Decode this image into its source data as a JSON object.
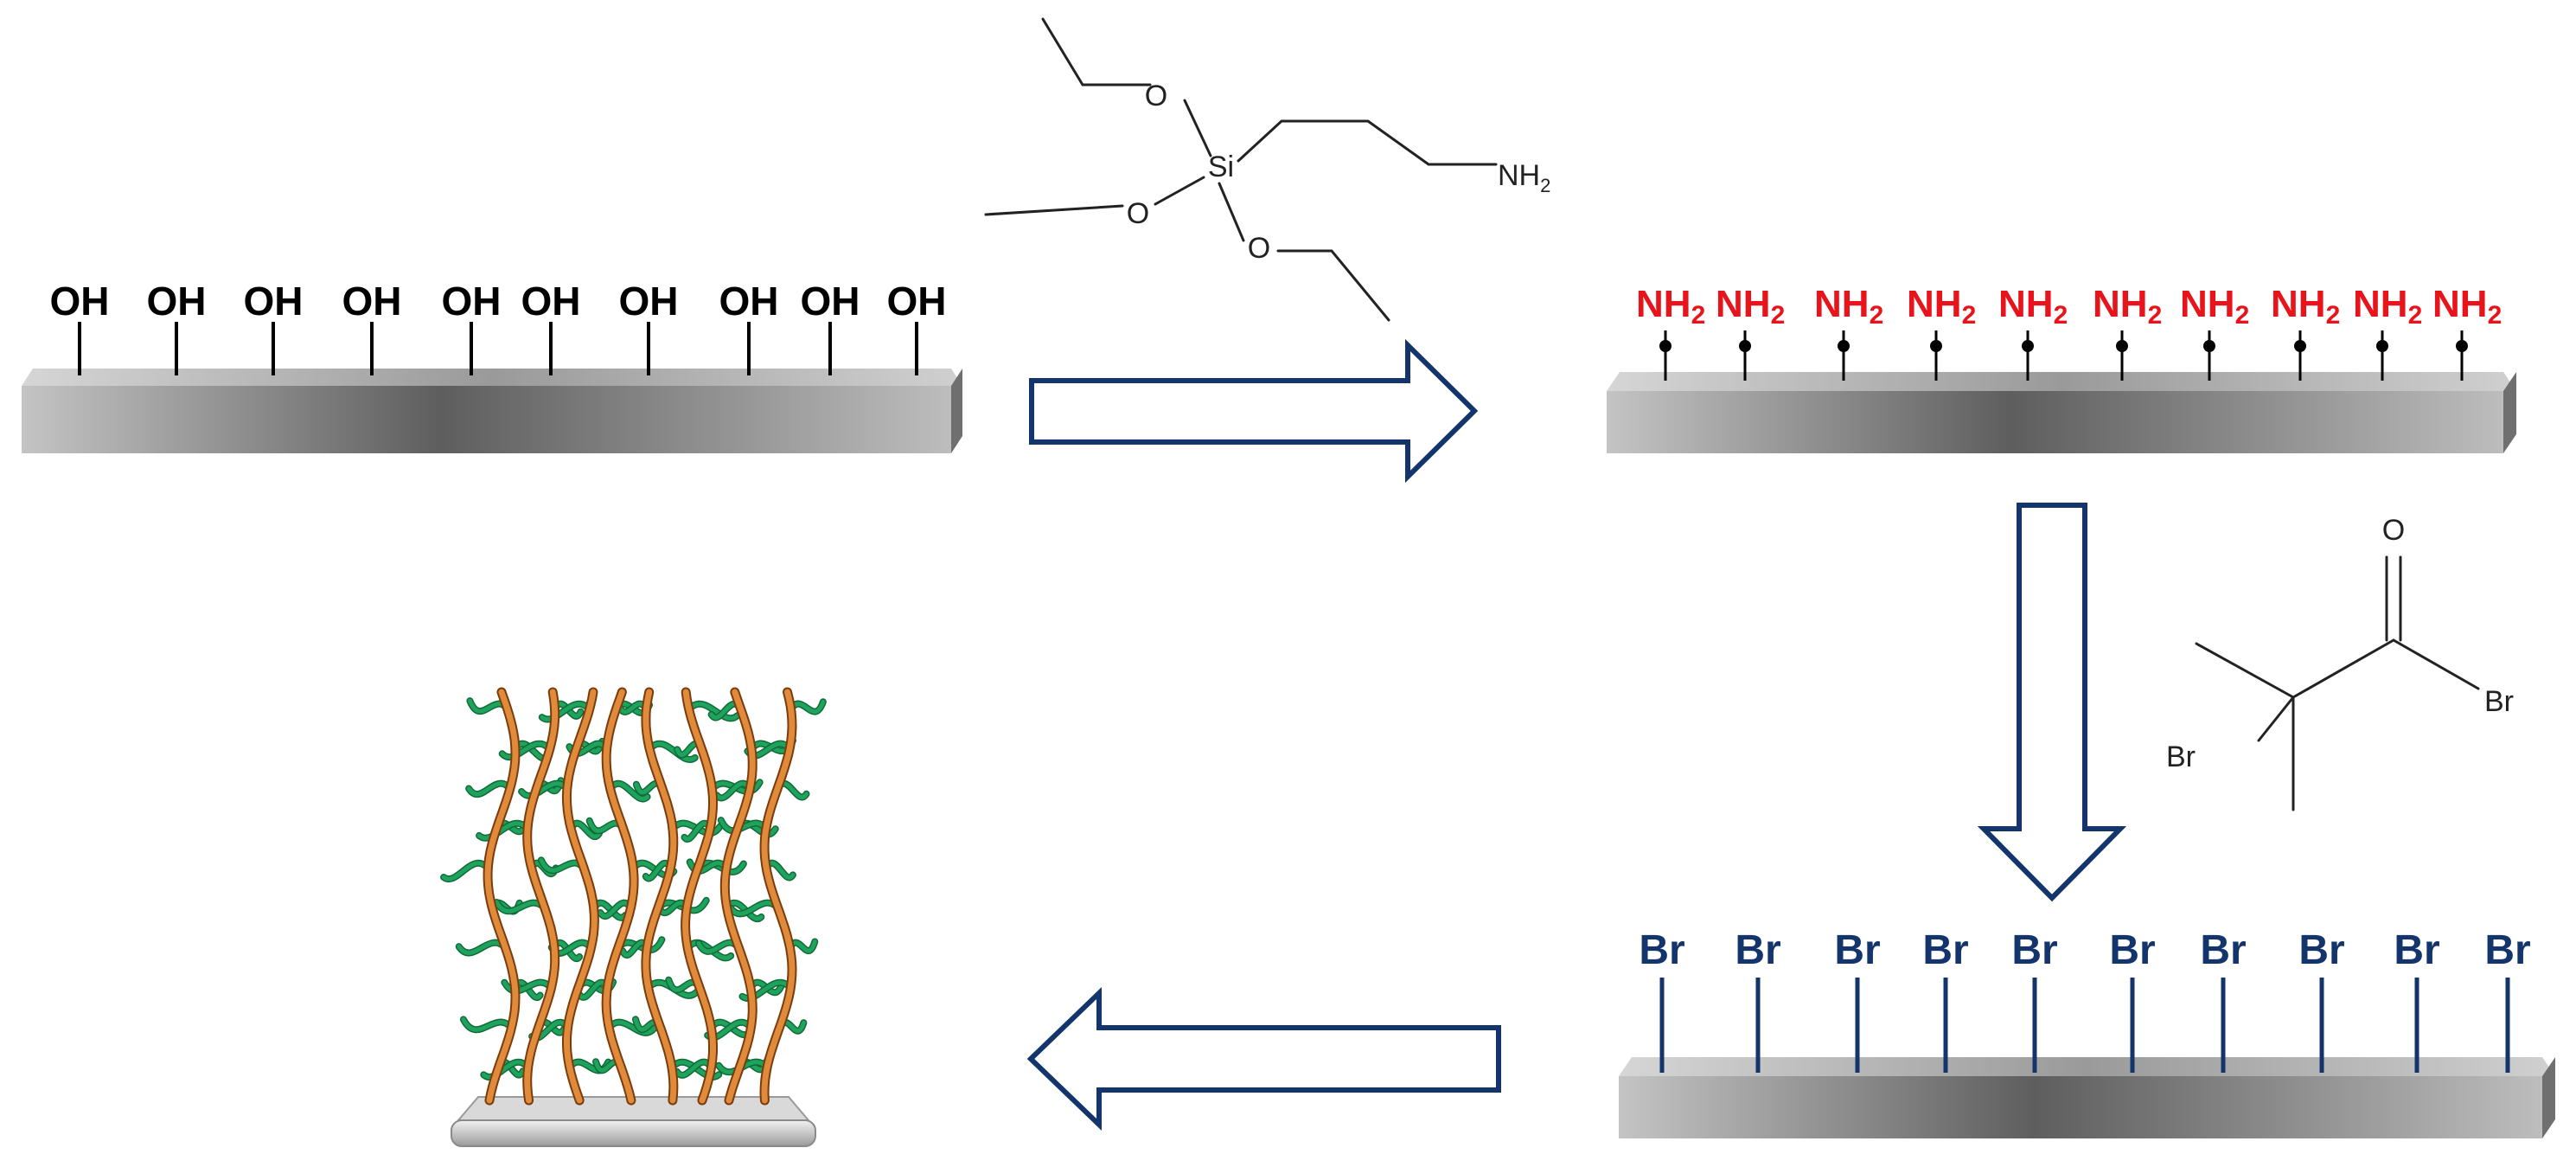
{
  "colors": {
    "arrow_stroke": "#14356b",
    "oh_text": "#000000",
    "nh2_text": "#e8141c",
    "br_text": "#14356b",
    "br_stem": "#14356b",
    "slab_light": "#c8c8c8",
    "slab_dark": "#5e5e5e",
    "brush_backbone": "#e08a3c",
    "brush_sidechain": "#1fa35c"
  },
  "substrate_hydroxyl": {
    "group_label": "OH",
    "count": 10
  },
  "substrate_amine": {
    "group_label": "NH",
    "group_subscript": "2",
    "count": 10
  },
  "substrate_bromide": {
    "group_label": "Br",
    "count": 10
  },
  "reagent_aptes": {
    "atoms": {
      "o1": "O",
      "o2": "O",
      "o3": "O",
      "si": "Si",
      "nh2": "NH",
      "nh2_sub": "2"
    }
  },
  "reagent_bibb": {
    "atoms": {
      "o": "O",
      "br_acyl": "Br",
      "br_alkyl": "Br"
    }
  },
  "arrows": [
    {
      "name": "arrow-step1",
      "direction": "right"
    },
    {
      "name": "arrow-step2",
      "direction": "down"
    },
    {
      "name": "arrow-step3",
      "direction": "left"
    }
  ],
  "polymer_brush": {
    "backbone_count": 8,
    "description_icon": "polymer-brush-illustration"
  }
}
